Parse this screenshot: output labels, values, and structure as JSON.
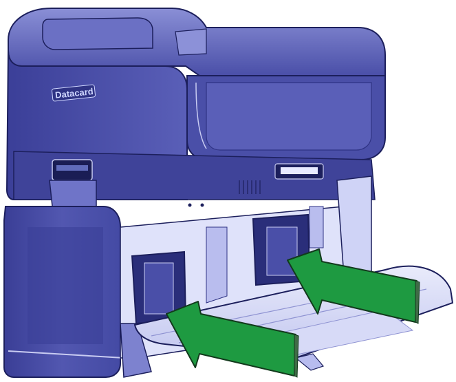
{
  "illustration": {
    "subject": "card-printer-with-lamination-module",
    "brand_label": "Datacard",
    "colors": {
      "body": "#4a4fa8",
      "body_dark": "#2f3384",
      "body_light": "#7d82cf",
      "highlight": "#c9ccf2",
      "outline": "#1c1f5c",
      "arrow_fill": "#1e9a41",
      "arrow_outline": "#123a1c",
      "background": "#ffffff"
    },
    "arrows": [
      {
        "name": "arrow-upper-right",
        "direction": "insert-left"
      },
      {
        "name": "arrow-lower-left",
        "direction": "insert-left"
      }
    ]
  }
}
